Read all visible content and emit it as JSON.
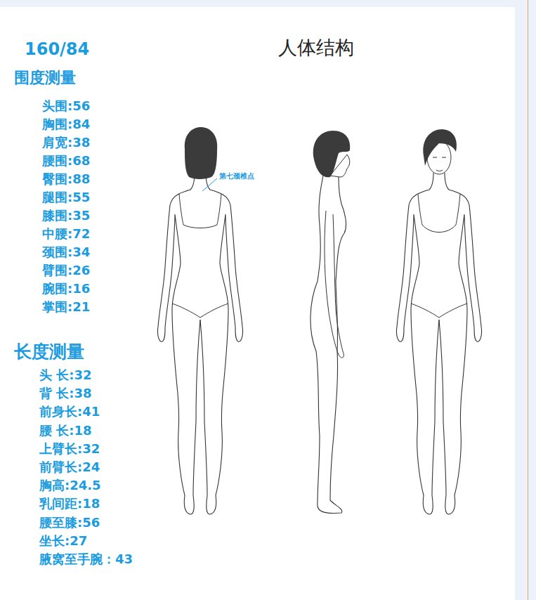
{
  "diagram": {
    "title": "人体结构",
    "labels": [
      "160/84",
      "围度测量",
      "头围:56",
      "胸围:84",
      "肩宽:38",
      "腰围:68",
      "臀围:88",
      "腿围:55",
      "膝围:35",
      "中腰:72",
      "颈围:34",
      "臂围:26",
      "腕围:16",
      "掌围:21",
      "长度测量",
      "头 长:32",
      "背 长:38",
      "前身长:41",
      "腰 长:18",
      "上臂长:32",
      "前臂长:24",
      "胸高:24.5",
      "乳间距:18",
      "腰至膝:56",
      "坐长:27",
      "腋窝至手腕：43",
      "第七颈椎点"
    ]
  }
}
